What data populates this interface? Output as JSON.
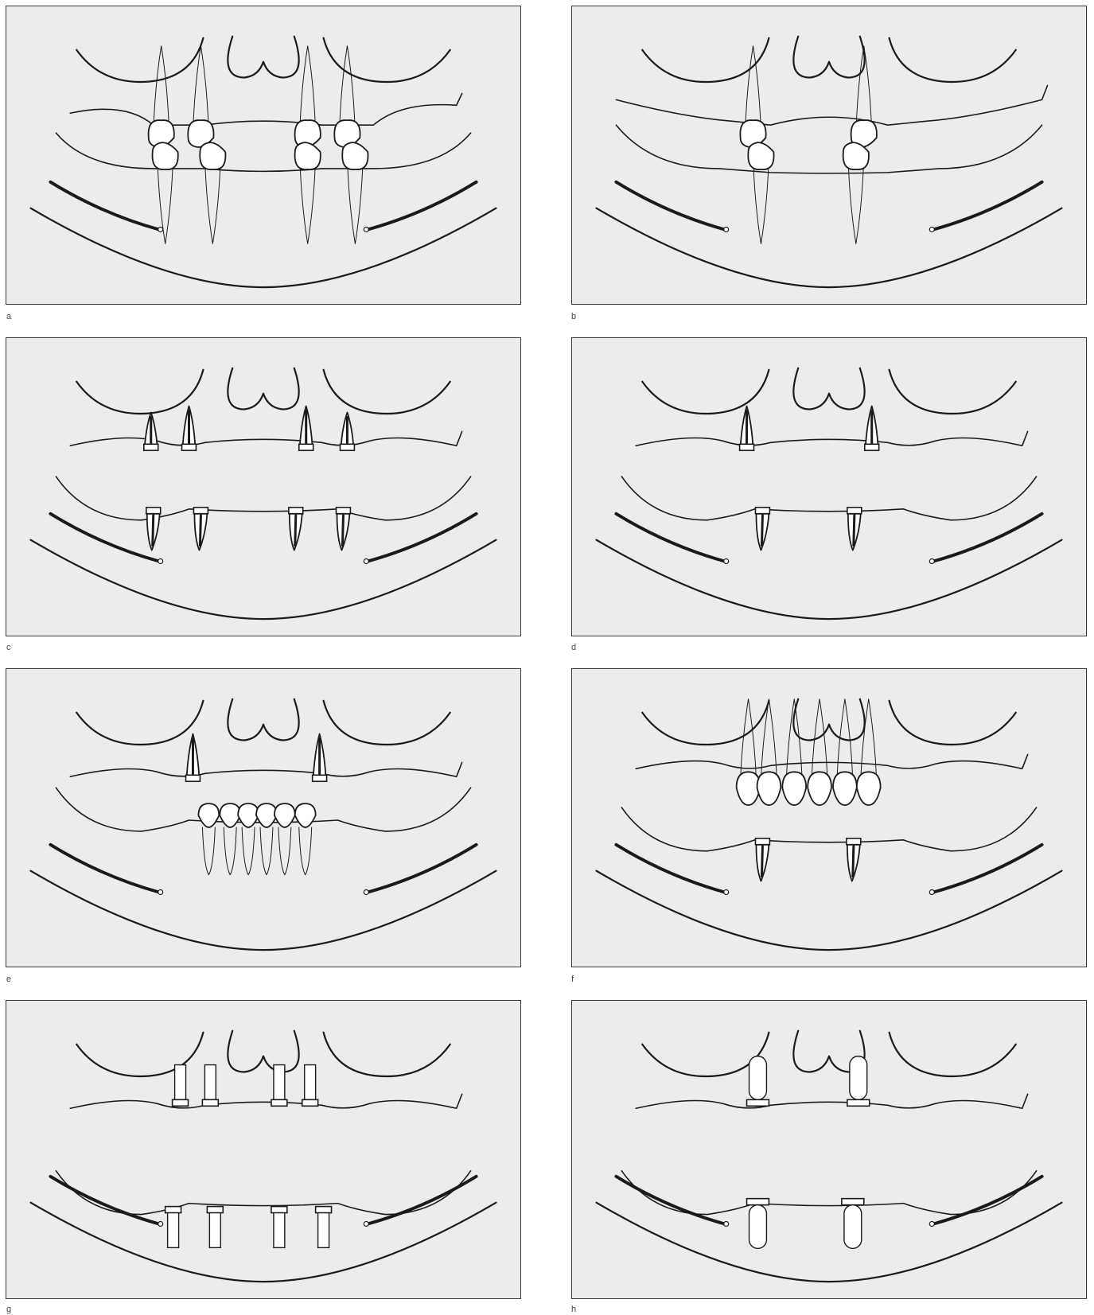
{
  "figure": {
    "panels": [
      {
        "label": "a",
        "description_key": "natural-teeth-eight"
      },
      {
        "label": "b",
        "description_key": "natural-teeth-four"
      },
      {
        "label": "c",
        "description_key": "root-abutments-upper4-lower4"
      },
      {
        "label": "d",
        "description_key": "root-abutments-upper2-lower2"
      },
      {
        "label": "e",
        "description_key": "root-abutments-upper2-lower-teeth"
      },
      {
        "label": "f",
        "description_key": "upper-teeth-lower-root-abutments"
      },
      {
        "label": "g",
        "description_key": "implants-upper4-lower4"
      },
      {
        "label": "h",
        "description_key": "implants-upper2-lower2"
      }
    ]
  },
  "style": {
    "panel_bg": "#ececea",
    "line_color": "#1a1a1a"
  }
}
